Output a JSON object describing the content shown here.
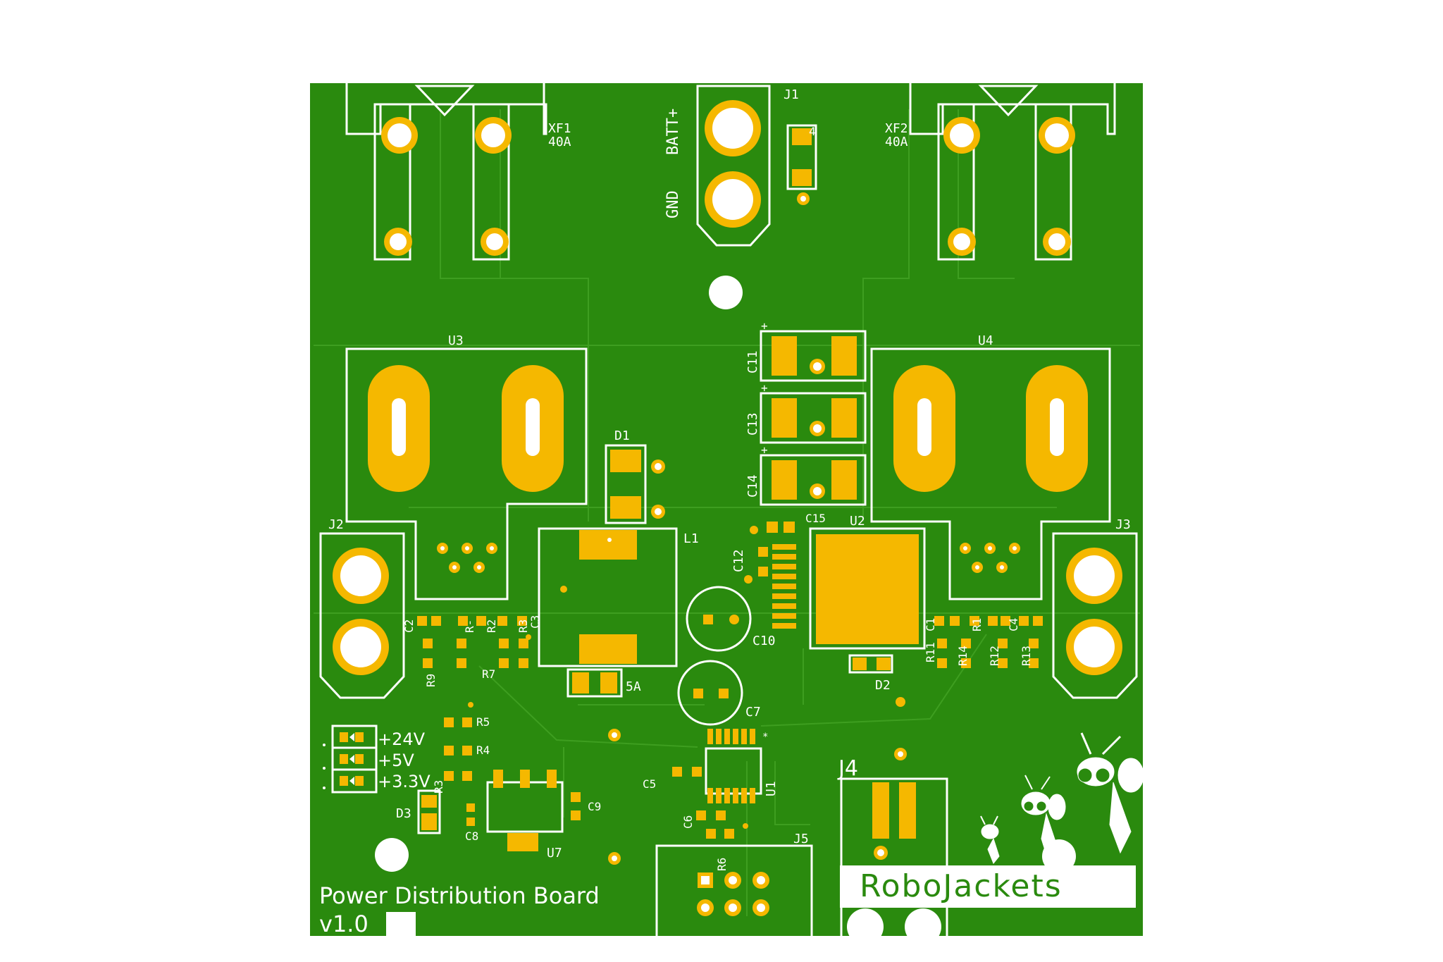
{
  "board": {
    "title": "Power Distribution Board",
    "version": "v1.0",
    "logo_text": "RoboJackets",
    "colors": {
      "soldermask": "#2a8a0e",
      "trace": "#3a9a1a",
      "copper": "#f5b800",
      "silkscreen": "#ffffff",
      "background": "#ffffff"
    }
  },
  "connectors": {
    "j1": {
      "ref": "J1",
      "pin_plus": "BATT+",
      "pin_gnd": "GND"
    },
    "j2": {
      "ref": "J2"
    },
    "j3": {
      "ref": "J3"
    },
    "j4": {
      "ref": "J4"
    },
    "j5": {
      "ref": "J5"
    }
  },
  "fuses": {
    "xf1": {
      "ref": "XF1",
      "rating": "40A"
    },
    "xf2": {
      "ref": "XF2",
      "rating": "40A"
    },
    "small_fuse_rating": "5A"
  },
  "regulators": {
    "u1": "U1",
    "u2": "U2",
    "u3": "U3",
    "u4": "U4",
    "u7": "U7"
  },
  "leds": {
    "items": [
      {
        "label": "+24V"
      },
      {
        "label": "+5V"
      },
      {
        "label": "+3.3V"
      }
    ]
  },
  "ref_labels": {
    "d1": "D1",
    "d2": "D2",
    "d3": "D3",
    "l1": "L1",
    "c1": "C1",
    "c2": "C2",
    "c3": "C3",
    "c4": "C4",
    "c5": "C5",
    "c6": "C6",
    "c7": "C7",
    "c8": "C8",
    "c9": "C9",
    "c10": "C10",
    "c11": "C11",
    "c12": "C12",
    "c13": "C13",
    "c14": "C14",
    "c15": "C15",
    "r1": "R1",
    "r2": "R2",
    "r3a": "R3",
    "r3b": "R3",
    "r4": "R4",
    "r5": "R5",
    "r6": "R6",
    "r7": "R7",
    "r9": "R9",
    "r11": "R11",
    "r12": "R12",
    "r13": "R13",
    "r14": "R14",
    "rpartial": "R-",
    "c4partial": "4"
  },
  "icons": [
    "pcb-board-icon",
    "robojackets-logo-icon"
  ]
}
